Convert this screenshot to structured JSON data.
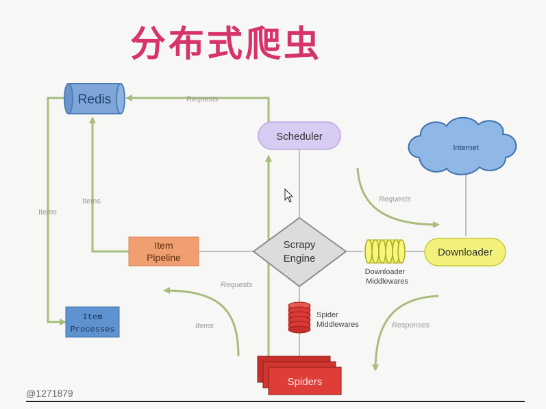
{
  "title": "分布式爬虫",
  "nodes": {
    "redis": "Redis",
    "scheduler": "Scheduler",
    "internet": "Internet",
    "item_pipeline_line1": "Item",
    "item_pipeline_line2": "Pipeline",
    "engine_line1": "Scrapy",
    "engine_line2": "Engine",
    "downloader": "Downloader",
    "downloader_mw_line1": "Downloader",
    "downloader_mw_line2": "Middlewares",
    "spider_mw_line1": "Spider",
    "spider_mw_line2": "Middlewares",
    "item_processes_line1": "Item",
    "item_processes_line2": "Processes",
    "spiders": "Spiders"
  },
  "edges": {
    "requests_top": "Requests",
    "items_left": "Items",
    "items_inner": "Items",
    "requests_right": "Requests",
    "requests_lower": "Requests",
    "items_lower": "Items",
    "responses": "Responses"
  },
  "watermark": "@1271879",
  "colors": {
    "title": "#d6336c",
    "arrow": "#a8bc7e",
    "line": "#bfbfbf",
    "redis": "#7ea6d8",
    "scheduler": "#d9ccf2",
    "pipeline": "#f0a070",
    "engine": "#dcdcdc",
    "downloader": "#f2f27a",
    "internet": "#8fb8e6",
    "spiders": "#d93a36",
    "item_processes": "#5f93d0"
  }
}
